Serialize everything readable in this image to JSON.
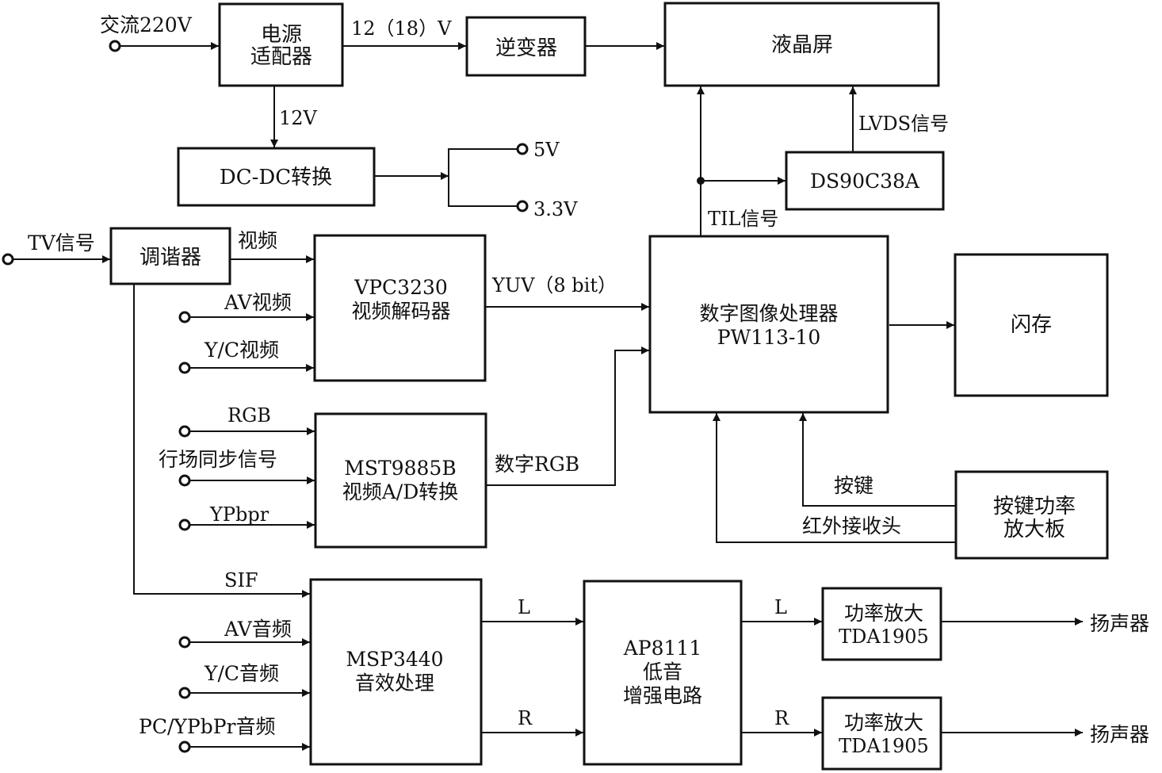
{
  "blocks": {
    "power_adapter": [
      "电源",
      "适配器"
    ],
    "inverter": [
      "逆变器"
    ],
    "lcd": [
      "液晶屏"
    ],
    "dcdc": [
      "DC-DC转换"
    ],
    "ds90": [
      "DS90C38A"
    ],
    "tuner": [
      "调谐器"
    ],
    "vpc": [
      "VPC3230",
      "视频解码器"
    ],
    "dip": [
      "数字图像处理器",
      "PW113-10"
    ],
    "flash": [
      "闪存"
    ],
    "mst": [
      "MST9885B",
      "视频A/D转换"
    ],
    "key_board": [
      "按键功率",
      "放大板"
    ],
    "msp": [
      "MSP3440",
      "音效处理"
    ],
    "ap": [
      "AP8111",
      "低音",
      "增强电路"
    ],
    "amp_l": [
      "功率放大",
      "TDA1905"
    ],
    "amp_r": [
      "功率放大",
      "TDA1905"
    ]
  },
  "labels": {
    "ac_in": "交流220V",
    "v12_18": "12（18）V",
    "v12": "12V",
    "v5": "5V",
    "v33": "3.3V",
    "lvds": "LVDS信号",
    "ttl": "TIL信号",
    "tv_in": "TV信号",
    "video": "视频",
    "av_video": "AV视频",
    "yc_video": "Y/C视频",
    "yuv": "YUV（8 bit）",
    "rgb": "RGB",
    "hv_sync": "行场同步信号",
    "ypbpr": "YPbpr",
    "digital_rgb": "数字RGB",
    "keys": "按键",
    "ir": "红外接收头",
    "sif": "SIF",
    "av_audio": "AV音频",
    "yc_audio": "Y/C音频",
    "pc_audio": "PC/YPbPr音频",
    "l1": "L",
    "r1": "R",
    "l2": "L",
    "r2": "R",
    "spk1": "扬声器",
    "spk2": "扬声器"
  }
}
